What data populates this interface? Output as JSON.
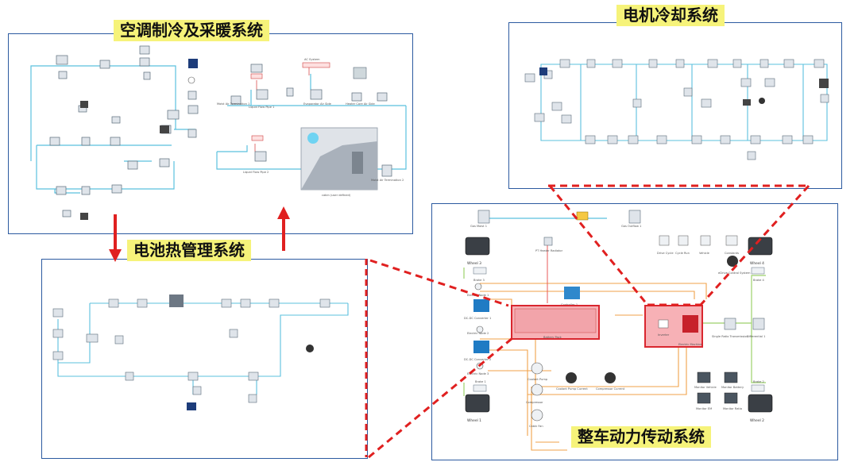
{
  "titles": {
    "hvac": "空调制冷及采暖系统",
    "motor": "电机冷却系统",
    "battery": "电池热管理系统",
    "powertrain": "整车动力传动系统"
  },
  "hvac_labels": {
    "ac_system": "AC System",
    "cabin": "cabin (user defined)",
    "liquid_pipe_1": "Liquid Flow Pipe 1",
    "liquid_pipe_2": "Liquid Flow Pipe 2",
    "evaporator": "Evaporator Air Side",
    "heater_core": "Heater Core Air Side",
    "moist_air_1": "Moist Air Termination 1",
    "moist_air_2": "Moist Air Termination 2"
  },
  "powertrain_labels": {
    "gas_moist_1": "Gas Moist 1",
    "gas_outflow_1": "Gas Outflow 1",
    "ptc_heater": "PT Heater Radiator",
    "wheel_1": "Wheel 1",
    "wheel_2": "Wheel 2",
    "wheel_3": "Wheel 3",
    "wheel_4": "Wheel 4",
    "brake_1": "Brake 1",
    "brake_2": "Brake 2",
    "brake_3": "Brake 3",
    "brake_4": "Brake 4",
    "controller": "Controller 1",
    "dcdc_1": "DC-DC Converter 1",
    "dcdc_2": "DC-DC Converter 2",
    "electric_node_1": "Electric Node 1",
    "electric_node_2": "Electric Node 2",
    "electric_node_3": "Electric Node 3",
    "battery_pack": "Battery Pack",
    "inverter": "Inverter",
    "electric_machine": "Electric Machine",
    "transmission": "Single Ratio Transmission",
    "differential": "Differential 1",
    "coolant_pump": "Coolant Pump",
    "coolant_pump_current": "Coolant Pump Current",
    "compressor": "Compressor",
    "compressor_current": "Compressor Current",
    "cabin_fan": "Cabin Fan",
    "drive_cycle": "Drive Cycle",
    "cycle_run": "Cycle Run",
    "vehicle": "Vehicle",
    "constants": "Constants",
    "ecs": "eDrive Control System",
    "monitor_vehicle": "Monitor Vehicle",
    "monitor_battery": "Monitor Battery",
    "monitor_em": "Monitor EM",
    "monitor_ratio": "Monitor Ratio"
  }
}
